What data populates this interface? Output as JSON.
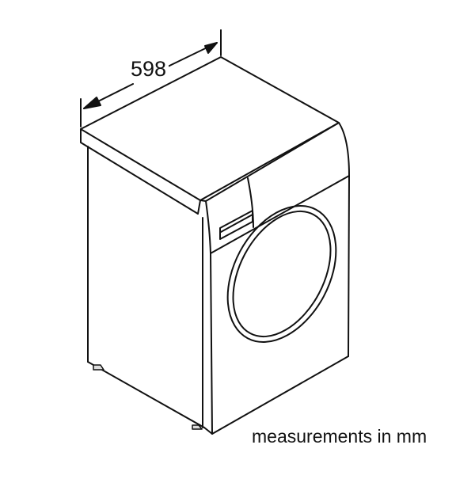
{
  "diagram": {
    "subject": "washing machine isometric outline",
    "dimension": {
      "label": "598",
      "measured_edge": "width"
    },
    "caption": "measurements in mm",
    "colors": {
      "line": "#111111",
      "background": "#ffffff"
    }
  }
}
